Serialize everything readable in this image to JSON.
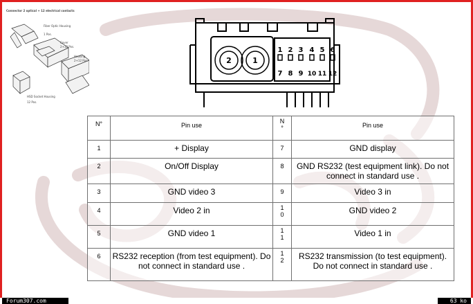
{
  "exploded_view": {
    "title": "Connector 2 optical + 12 electrical contacts",
    "labels": [
      "Fiber Optic Housing",
      "1 Pos.",
      "Cover",
      "2+12 Pos.",
      "Housing",
      "2+12 Pos.",
      "HSD Socket Housing",
      "12 Pos."
    ]
  },
  "connector": {
    "optical_labels": [
      "2",
      "1"
    ],
    "top_pins": [
      "1",
      "2",
      "3",
      "4",
      "5",
      "6"
    ],
    "bottom_pins": [
      "7",
      "8",
      "9",
      "10",
      "11",
      "12"
    ]
  },
  "table": {
    "header": {
      "num_left": "N°",
      "use_left": "Pin use",
      "num_right": "N\n°",
      "use_right": "Pin use"
    },
    "rows": [
      {
        "n1": "1",
        "u1": "+ Display",
        "n2": "7",
        "u2": "GND display"
      },
      {
        "n1": "2",
        "u1": "On/Off Display",
        "n2": "8",
        "u2": "GND RS232 (test equipment link). Do not connect in standard use ."
      },
      {
        "n1": "3",
        "u1": "GND video 3",
        "n2": "9",
        "u2": "Video 3 in"
      },
      {
        "n1": "4",
        "u1": "Video 2 in",
        "n2": "1\n0",
        "u2": "GND video 2"
      },
      {
        "n1": "5",
        "u1": "GND video 1",
        "n2": "1\n1",
        "u2": "Video 1 in"
      },
      {
        "n1": "6",
        "u1": "RS232 reception (from test equipment). Do not connect in standard use .",
        "n2": "1\n2",
        "u2": "RS232 transmission (to test equipment). Do not connect in standard use ."
      }
    ]
  },
  "footer": {
    "left": "Forum307.com",
    "right": "63 ko"
  },
  "colors": {
    "frame": "#e02020",
    "watermark": "#c4a8a8"
  }
}
